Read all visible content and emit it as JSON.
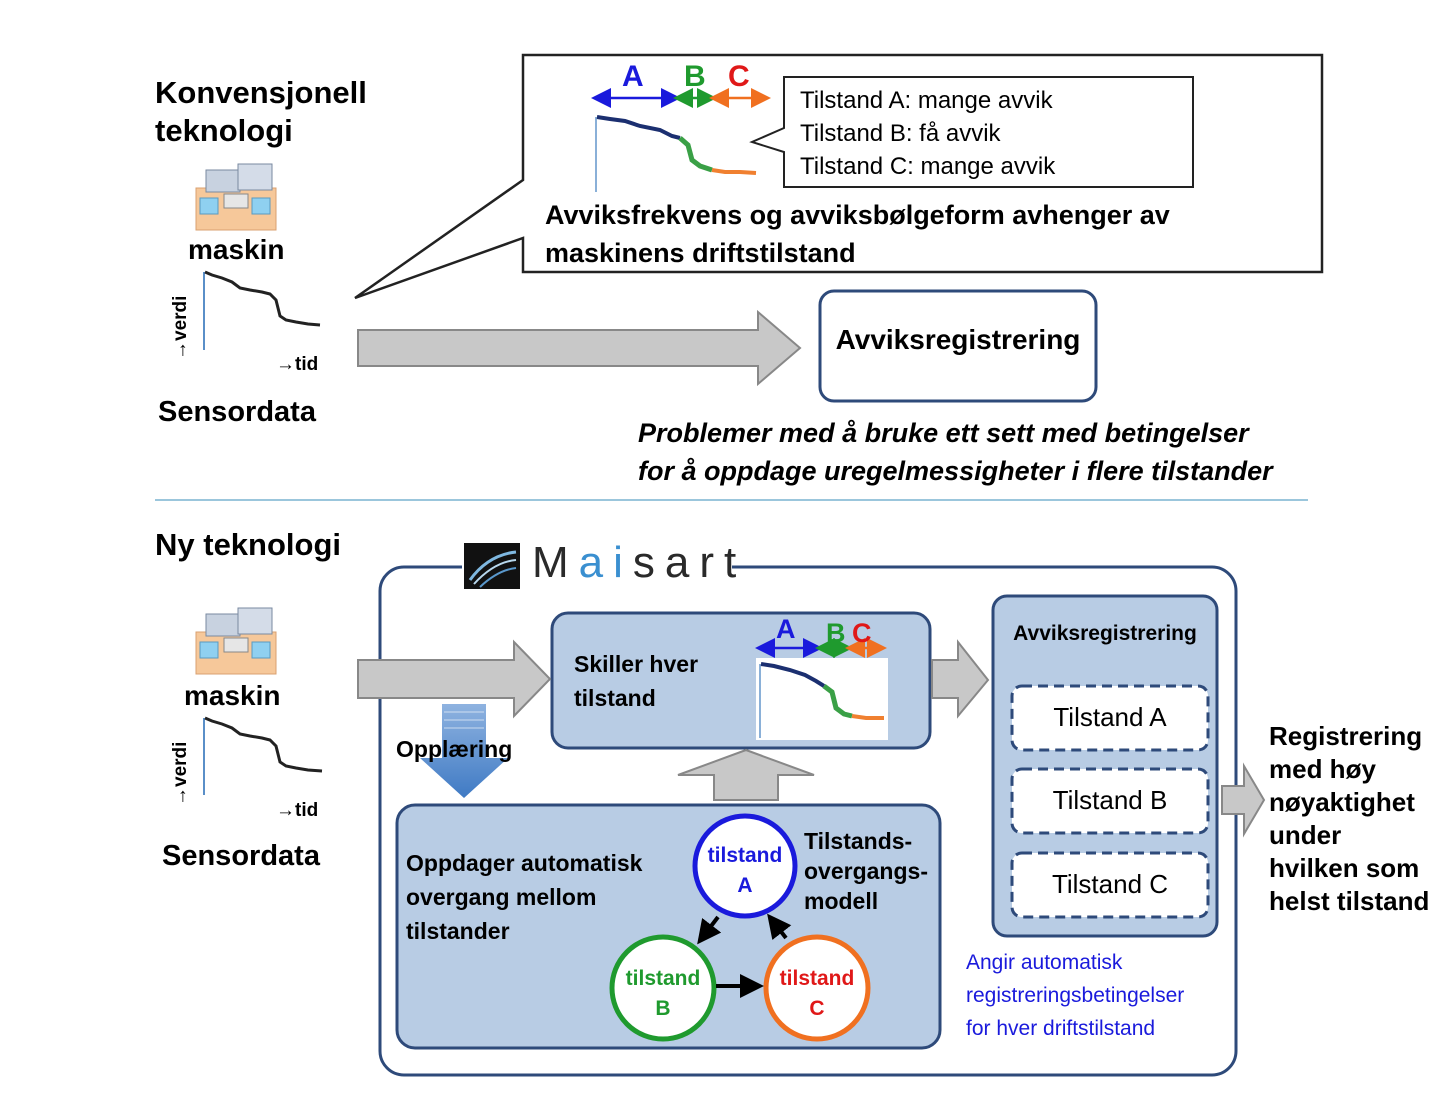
{
  "conventional": {
    "title_line1": "Konvensjonell",
    "title_line2": "teknologi",
    "machine_label": "maskin",
    "axis_y": "→verdi",
    "axis_x": "→tid",
    "sensor_label": "Sensordata",
    "callout": {
      "state_letters": [
        "A",
        "B",
        "C"
      ],
      "state_lines": [
        "Tilstand A: mange avvik",
        "Tilstand B: få avvik",
        "Tilstand C: mange avvik"
      ],
      "description_line1": "Avviksfrekvens og avviksbølgeform avhenger av",
      "description_line2": "maskinens driftstilstand"
    },
    "detection_box": "Avviksregistrering",
    "problem_line1": "Problemer med å bruke ett sett med betingelser",
    "problem_line2": "for å oppdage uregelmessigheter i flere tilstander"
  },
  "new_tech": {
    "title": "Ny teknologi",
    "machine_label": "maskin",
    "axis_y": "→verdi",
    "axis_x": "→tid",
    "sensor_label": "Sensordata",
    "brand": {
      "prefix": "M",
      "highlight": "ai",
      "suffix": "sart"
    },
    "separate_box": {
      "line1": "Skiller hver",
      "line2": "tilstand",
      "state_letters": [
        "A",
        "B",
        "C"
      ]
    },
    "training_label": "Opplæring",
    "transition_box": {
      "line1": "Oppdager automatisk",
      "line2": "overgang mellom",
      "line3": "tilstander",
      "model_line1": "Tilstands-",
      "model_line2": "overgangs-",
      "model_line3": "modell",
      "states": [
        {
          "word": "tilstand",
          "letter": "A"
        },
        {
          "word": "tilstand",
          "letter": "B"
        },
        {
          "word": "tilstand",
          "letter": "C"
        }
      ]
    },
    "detection_panel": {
      "title": "Avviksregistrering",
      "states": [
        "Tilstand A",
        "Tilstand B",
        "Tilstand C"
      ]
    },
    "blue_note": [
      "Angir automatisk",
      "registreringsbetingelser",
      "for hver driftstilstand"
    ],
    "result": [
      "Registrering",
      "med høy",
      "nøyaktighet",
      "under",
      "hvilken som",
      "helst tilstand"
    ]
  },
  "colors": {
    "state_a": "#1a1adc",
    "state_b": "#1f9a2e",
    "state_c": "#f07020",
    "state_c_text": "#e01818",
    "panel_fill": "#b8cce4",
    "panel_border": "#2e4a7a",
    "arrow_gray": "#c8c8c8"
  }
}
